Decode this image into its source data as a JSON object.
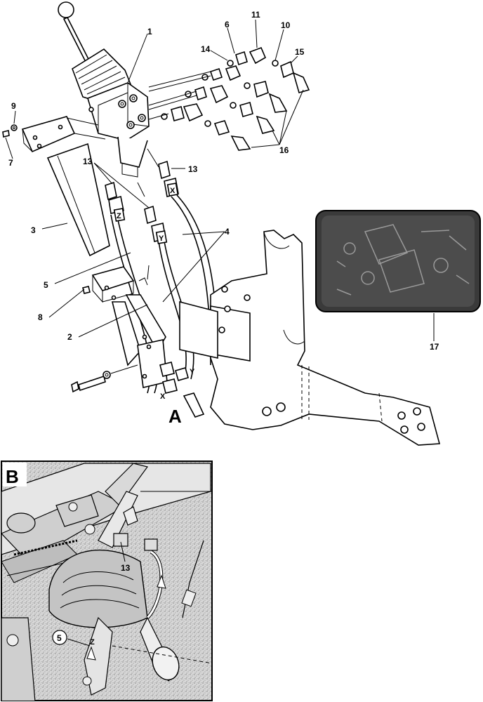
{
  "view_a": {
    "label": "A",
    "callouts": {
      "c1": "1",
      "c2": "2",
      "c3": "3",
      "c4": "4",
      "c5": "5",
      "c6": "6",
      "c7": "7",
      "c8": "8",
      "c9": "9",
      "c10": "10",
      "c11": "11",
      "c13a": "13",
      "c13b": "13",
      "c14": "14",
      "c15": "15",
      "c16": "16",
      "c17": "17"
    },
    "port_letters": {
      "z": "Z",
      "y": "Y",
      "x": "X",
      "y_port": "Y",
      "x_port": "X"
    }
  },
  "view_b": {
    "label": "B",
    "callouts": {
      "c13": "13",
      "c5": "5"
    },
    "port_letters": {
      "z": "Z"
    }
  }
}
